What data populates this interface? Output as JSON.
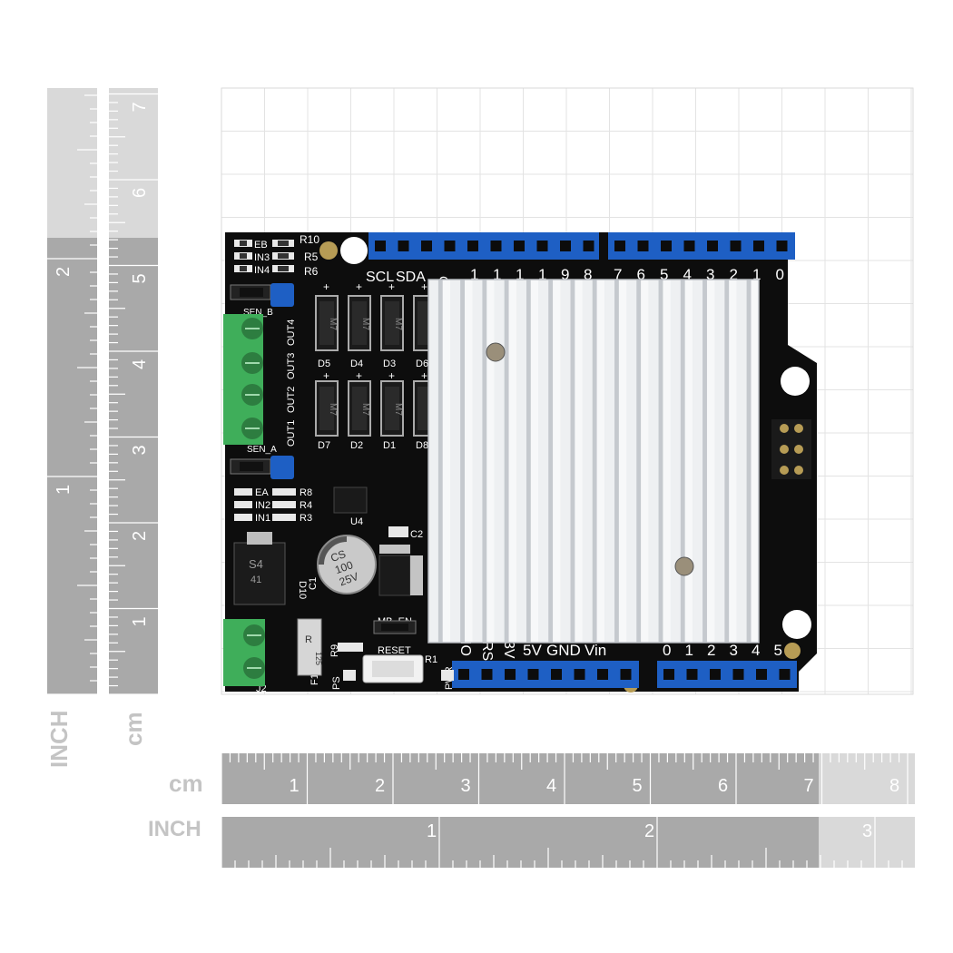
{
  "rulers": {
    "unit_cm": "cm",
    "unit_inch": "INCH",
    "cm_ticks": [
      "1",
      "2",
      "3",
      "4",
      "5",
      "6",
      "7",
      "8"
    ],
    "inch_ticks": [
      "1",
      "2",
      "3"
    ],
    "v_cm_ticks": [
      "1",
      "2",
      "3",
      "4",
      "5",
      "6",
      "7"
    ],
    "v_inch_ticks": [
      "1",
      "2"
    ]
  },
  "board": {
    "top_labels": {
      "r10": "R10",
      "r5": "R5",
      "r6": "R6",
      "eb": "EB",
      "in3": "IN3",
      "in4": "IN4",
      "scl": "SCL",
      "sda": "SDA",
      "gnd_rot": "GND",
      "pins_left": [
        "1",
        "1",
        "1",
        "1",
        "9",
        "8"
      ],
      "pins_right": [
        "7",
        "6",
        "5",
        "4",
        "3",
        "2",
        "1",
        "0"
      ],
      "sen_b": "SEN_B",
      "sen_a": "SEN_A"
    },
    "outputs": [
      "OUT1",
      "OUT2",
      "OUT3",
      "OUT4"
    ],
    "diodes_top": [
      "D5",
      "D4",
      "D3",
      "D6"
    ],
    "diodes_bottom": [
      "D7",
      "D2",
      "D1",
      "D8"
    ],
    "diode_body_text": "M7",
    "left_labels": {
      "ea": "EA",
      "in2": "IN2",
      "in1": "IN1",
      "r8": "R8",
      "r4": "R4",
      "r3": "R3",
      "u4": "U4",
      "c2": "C2",
      "c1": "C1",
      "d10": "D10",
      "reg_text_1": "S4",
      "reg_text_2": "41",
      "cap_text": [
        "CS",
        "100",
        "25V"
      ],
      "mb_en": "MB_EN",
      "reset": "RESET",
      "r1": "R1",
      "r9": "R9",
      "pwr": "PWR",
      "ps": "PS",
      "f1": "F1",
      "j2": "J2",
      "fuse_text": [
        "R",
        "125"
      ]
    },
    "bottom_labels": {
      "io": "IO",
      "rs": "RS",
      "v3": "3V",
      "v5": "5V",
      "gnd": "GND",
      "vin": "Vin",
      "analog": [
        "0",
        "1",
        "2",
        "3",
        "4",
        "5"
      ]
    }
  },
  "colors": {
    "pcb": "#0d0d0d",
    "header": "#1e5fc4",
    "terminal": "#3fae5a",
    "heatsink": "#dfe2e6",
    "ruler_dark": "#a9a9a9",
    "ruler_light": "#d6d6d6"
  }
}
